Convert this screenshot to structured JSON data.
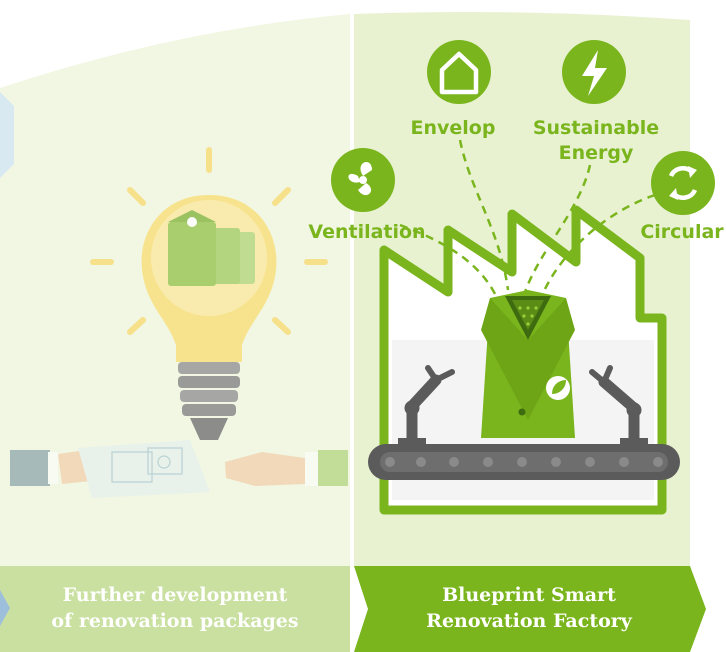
{
  "labels": {
    "envelop": "Envelop",
    "sustainable_energy_line1": "Sustainable",
    "sustainable_energy_line2": "Energy",
    "ventilation": "Ventilation",
    "circular": "Circular"
  },
  "banners": {
    "left_line1": "Further development",
    "left_line2": "of renovation packages",
    "right_line1": "Blueprint Smart",
    "right_line2": "Renovation Factory"
  },
  "icons": {
    "envelop": "house-icon",
    "sustainable_energy": "lightning-bolt-icon",
    "ventilation": "fan-icon",
    "circular": "recycle-arrows-icon"
  },
  "colors": {
    "accent_green": "#7ab51d",
    "dark_green": "#5e9410",
    "pale_green_panel": "#eef5dc",
    "pale_green_right": "#e6f1cc",
    "faded_banner": "#c4dd9a",
    "bulb_yellow": "#f7dc7b",
    "conveyor_gray": "#5b5b5b"
  }
}
